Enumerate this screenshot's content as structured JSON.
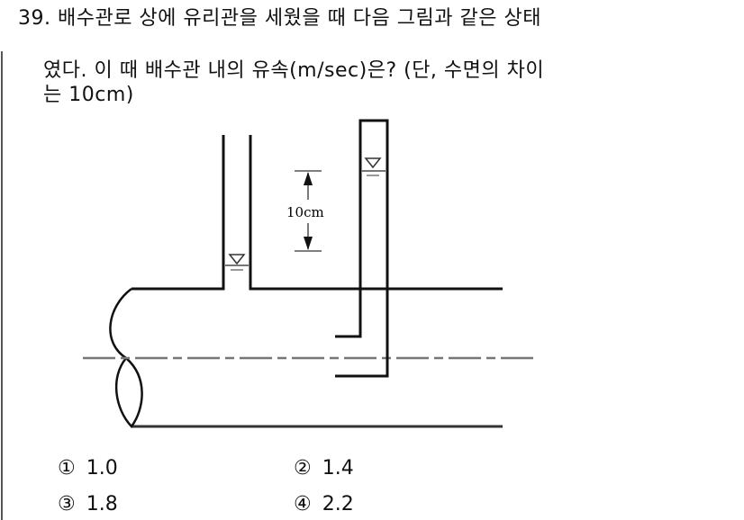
{
  "question": {
    "number": "39.",
    "line1": "39. 배수관로 상에 유리관을 세웠을 때 다음 그림과 같은 상태",
    "line2": "였다. 이 때 배수관 내의 유속(m/sec)은? (단, 수면의 차이",
    "line3": "는 10cm)"
  },
  "figure": {
    "dimension_label": "10cm",
    "icons": [
      "water-level-triangle-icon",
      "water-level-triangle-icon"
    ],
    "colors": {
      "line": "#111111",
      "centerline": "#777777"
    }
  },
  "choices": [
    {
      "num": "①",
      "value": "1.0"
    },
    {
      "num": "②",
      "value": "1.4"
    },
    {
      "num": "③",
      "value": "1.8"
    },
    {
      "num": "④",
      "value": "2.2"
    }
  ]
}
